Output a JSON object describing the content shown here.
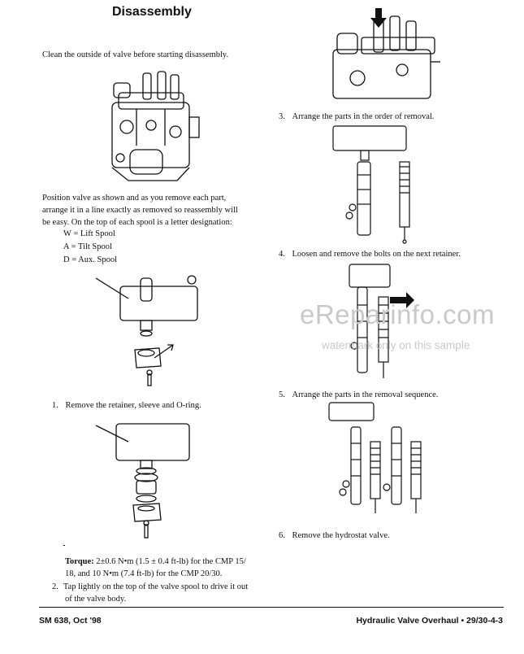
{
  "heading": "Disassembly",
  "intro": "Clean the outside of valve before starting disassembly.",
  "position_text": {
    "line1": "Position valve as shown and as you remove each part,",
    "line2": "arrange it in a line exactly as removed so reassembly will",
    "line3": "be easy. On the top of each spool is a letter designation:"
  },
  "spools": [
    "W = Lift Spool",
    "A = Tilt Spool",
    "D = Aux. Spool"
  ],
  "steps": {
    "s1": {
      "num": "1.",
      "text": "Remove the retainer, sleeve and O-ring."
    },
    "s2": {
      "num": "2.",
      "line1": "Tap lightly on the top of the valve spool to drive it out",
      "line2": "of the valve body."
    },
    "s3": {
      "num": "3.",
      "text": "Arrange the parts in the order of removal."
    },
    "s4": {
      "num": "4.",
      "text": "Loosen and remove the bolts on the next retainer."
    },
    "s5": {
      "num": "5.",
      "text": "Arrange the parts in the removal sequence."
    },
    "s6": {
      "num": "6.",
      "text": "Remove the hydrostat valve."
    }
  },
  "torque": {
    "label": "Torque:",
    "line1": "2±0.6 N•m (1.5 ± 0.4 ft-lb) for the CMP 15/",
    "line2": "18, and 10 N•m (7.4 ft-lb) for the CMP 20/30."
  },
  "watermark": {
    "line1": "eReparinfo.com",
    "line2": "watermark only on this sample"
  },
  "footer": {
    "left": "SM 638, Oct '98",
    "right": "Hydraulic Valve Overhaul  •  29/30-4-3"
  }
}
